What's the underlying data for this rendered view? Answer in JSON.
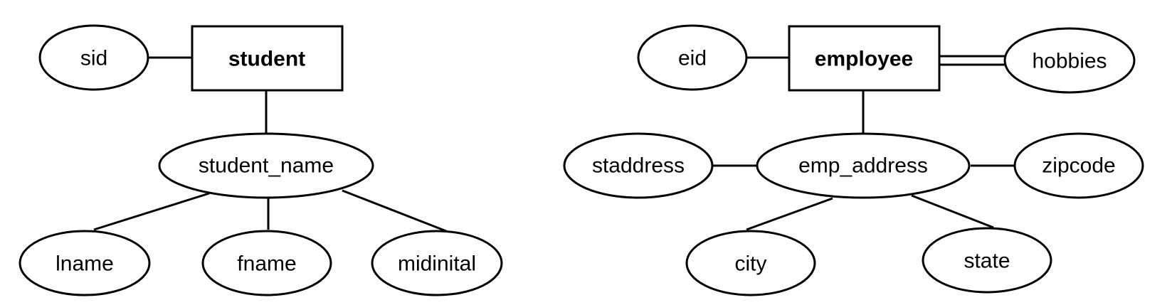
{
  "entities": {
    "student": "student",
    "employee": "employee"
  },
  "attributes": {
    "sid": "sid",
    "student_name": "student_name",
    "lname": "lname",
    "fname": "fname",
    "midinital": "midinital",
    "eid": "eid",
    "hobbies": "hobbies",
    "emp_address": "emp_address",
    "staddress": "staddress",
    "zipcode": "zipcode",
    "city": "city",
    "state": "state"
  }
}
